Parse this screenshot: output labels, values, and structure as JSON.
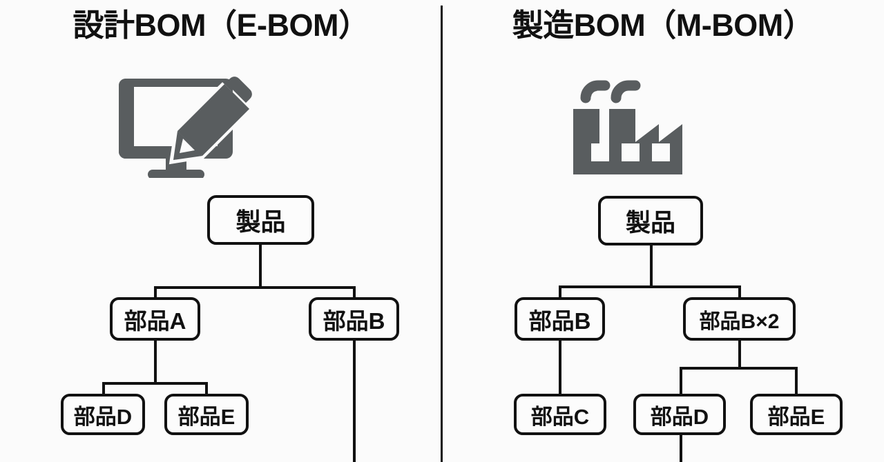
{
  "diagram": {
    "title_left": "設計BOM（E-BOM）",
    "title_right": "製造BOM（M-BOM）",
    "background_color": "#fbfbfb",
    "line_color": "#111111",
    "icon_color": "#595d5f"
  },
  "panels": {
    "left": {
      "title": "設計BOM（E-BOM）",
      "icon": "monitor-pencil-icon",
      "tree": {
        "root": "製品",
        "level2": [
          "部品A",
          "部品B"
        ],
        "level3": [
          "部品D",
          "部品E"
        ]
      },
      "nodes": [
        {
          "id": "l-root",
          "label": "製品",
          "level": 1
        },
        {
          "id": "l-a",
          "label": "部品A",
          "level": 2
        },
        {
          "id": "l-b",
          "label": "部品B",
          "level": 2
        },
        {
          "id": "l-d",
          "label": "部品D",
          "level": 3
        },
        {
          "id": "l-e",
          "label": "部品E",
          "level": 3
        }
      ]
    },
    "right": {
      "title": "製造BOM（M-BOM）",
      "icon": "factory-icon",
      "tree": {
        "root": "製品",
        "level2": [
          "部品B",
          "部品B×2"
        ],
        "level3": [
          "部品C",
          "部品D",
          "部品E"
        ]
      },
      "nodes": [
        {
          "id": "r-root",
          "label": "製品",
          "level": 1
        },
        {
          "id": "r-b",
          "label": "部品B",
          "level": 2
        },
        {
          "id": "r-b2",
          "label": "部品B×2",
          "level": 2
        },
        {
          "id": "r-c",
          "label": "部品C",
          "level": 3
        },
        {
          "id": "r-d",
          "label": "部品D",
          "level": 3
        },
        {
          "id": "r-e",
          "label": "部品E",
          "level": 3
        }
      ]
    }
  }
}
